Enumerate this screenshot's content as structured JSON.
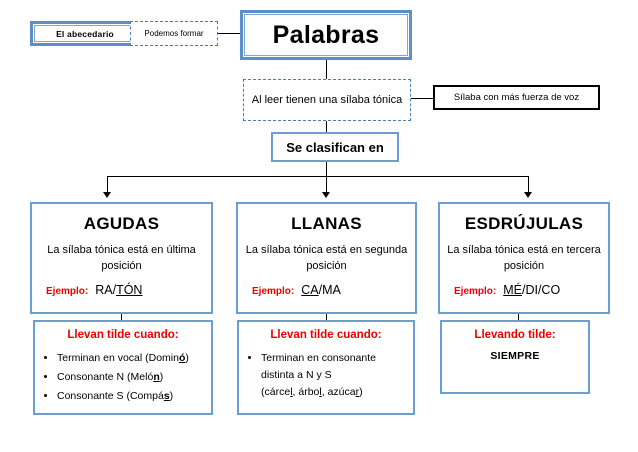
{
  "diagram": {
    "title": "Palabras",
    "nodes": {
      "abecedario": "El abecedario",
      "podemos_formar": "Podemos formar",
      "palabras": "Palabras",
      "al_leer": "Al leer tienen una sílaba tónica",
      "silaba_fuerza": "Sílaba con más fuerza de voz",
      "se_clasifican": "Se clasifican en"
    },
    "categories": [
      {
        "title": "AGUDAS",
        "description": "La sílaba tónica está en última posición",
        "example_label": "Ejemplo:",
        "example_prefix": "RA/",
        "example_stressed": "TÓN",
        "rule_title": "Llevan tilde cuando:",
        "rule_items": [
          {
            "prefix": "Terminan en vocal (Domin",
            "stressed": "ó",
            "suffix": ")"
          },
          {
            "prefix": "Consonante N (Meló",
            "stressed": "n",
            "suffix": ")"
          },
          {
            "prefix": "Consonante S (Compá",
            "stressed": "s",
            "suffix": ")"
          }
        ],
        "rule_center": ""
      },
      {
        "title": "LLANAS",
        "description": "La sílaba tónica está en segunda posición",
        "example_label": "Ejemplo:",
        "example_prefix": "",
        "example_stressed": "CA",
        "example_suffix": "/MA",
        "rule_title": "Llevan tilde cuando:",
        "rule_items": [
          {
            "line1": "Terminan en consonante",
            "line2": "distinta a N y S",
            "line3_a": "(cárce",
            "line3_u1": "l",
            "line3_b": ", árbo",
            "line3_u2": "l",
            "line3_c": ", azúca",
            "line3_u3": "r",
            "line3_d": ")"
          }
        ],
        "rule_center": ""
      },
      {
        "title": "ESDRÚJULAS",
        "description": "La sílaba tónica está en tercera posición",
        "example_label": "Ejemplo:",
        "example_prefix": "",
        "example_stressed": "MÉ",
        "example_suffix": "/DI/CO",
        "rule_title": "Llevando tilde:",
        "rule_items": [],
        "rule_center": "SIEMPRE"
      }
    ],
    "colors": {
      "border_blue": "#6a9bd1",
      "accent_red": "#ee0000",
      "line_black": "#000000",
      "background": "#ffffff"
    }
  }
}
